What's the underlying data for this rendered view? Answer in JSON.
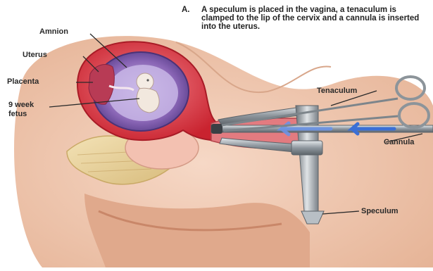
{
  "caption": {
    "step": "A.",
    "text": "A speculum is placed in the vagina, a tenaculum is clamped to the lip of the cervix and a cannula is inserted into the uterus."
  },
  "labels": {
    "amnion": "Amnion",
    "uterus": "Uterus",
    "placenta": "Placenta",
    "fetus_line1": "9 week",
    "fetus_line2": "fetus",
    "tenaculum": "Tenaculum",
    "cannula": "Cannula",
    "speculum": "Speculum"
  },
  "colors": {
    "tissue": "#f1c9b2",
    "uterus_wall": "#d9303a",
    "amnion": "#7e5aa8",
    "instrument": "#9aa3ab",
    "arrow": "#3b6fd6"
  }
}
